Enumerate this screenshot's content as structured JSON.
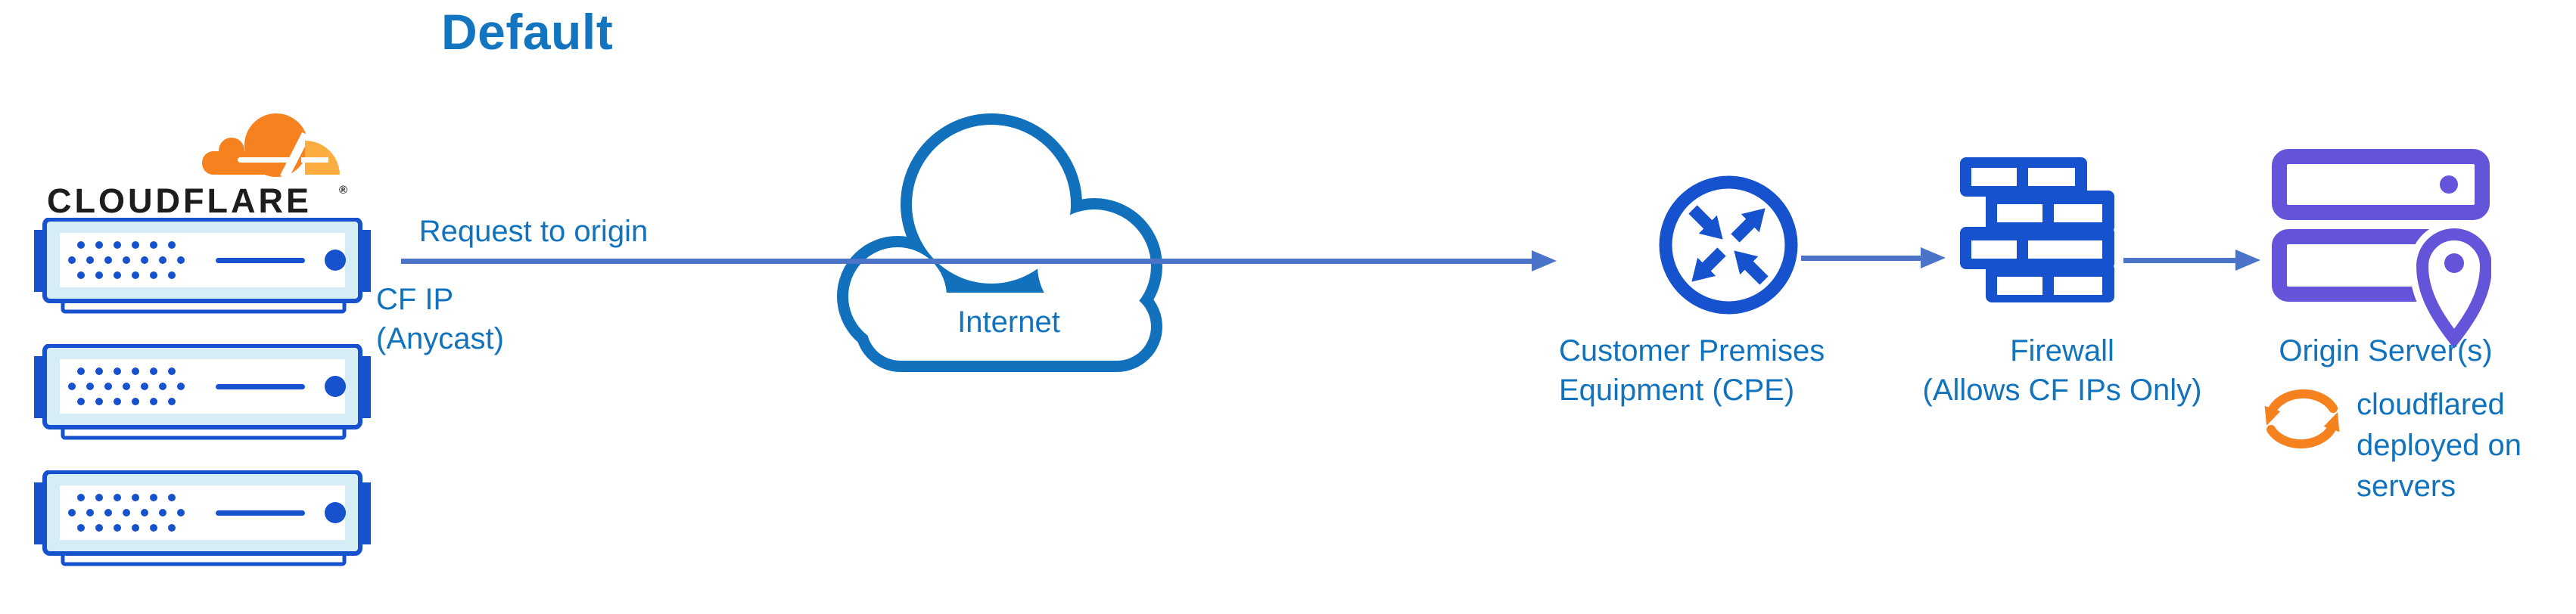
{
  "title": "Default",
  "cloudflare": {
    "wordmark": "CLOUDFLARE",
    "registered": "®"
  },
  "labels": {
    "request_to_origin": "Request to origin",
    "cf_ip": {
      "line1": "CF IP",
      "line2": "(Anycast)"
    },
    "internet": "Internet",
    "cpe": {
      "line1": "Customer Premises",
      "line2": "Equipment (CPE)"
    },
    "firewall": {
      "line1": "Firewall",
      "line2": "(Allows CF IPs Only)"
    },
    "origin": "Origin Server(s)",
    "cloudflared": {
      "line1": "cloudflared",
      "line2": "deployed on",
      "line3": "servers"
    }
  },
  "icons": {
    "cloudflare_logo": "orange-cloud-logo",
    "edge_server": "rack-server",
    "internet_cloud": "cloud-outline",
    "cpe": "router-circle-with-arrows",
    "firewall": "brick-wall",
    "origin_server": "server-stack-with-location-pin",
    "cloudflared_sync": "sync-cycle-arrows"
  },
  "colors": {
    "accent_text_blue": "#1173BD",
    "connector_blue": "#4B74C9",
    "icon_blue": "#1652CD",
    "server_bezel_blue": "#D6EDF5",
    "origin_purple": "#6354D9",
    "cloudflare_orange": "#F6821F",
    "cloudflare_orange_light": "#FBAD41",
    "wordmark_black": "#1D1D1D"
  }
}
